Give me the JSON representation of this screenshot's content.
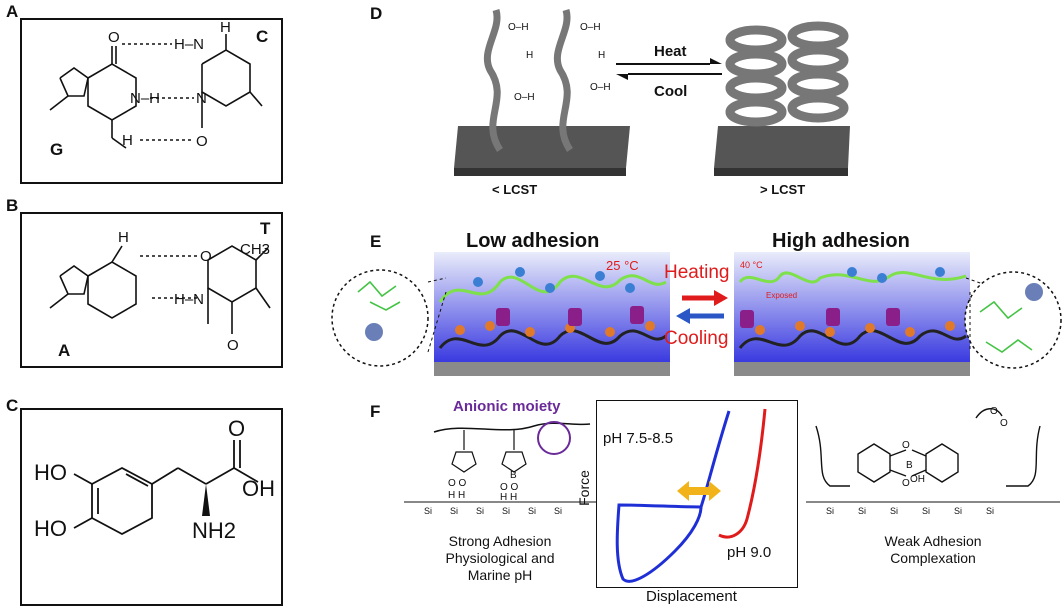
{
  "panel_a": {
    "letter": "A",
    "base_left": "G",
    "base_right": "C",
    "atoms": {
      "o": "O",
      "n": "N",
      "h": "H",
      "hn": "H–N",
      "nh": "N–H"
    }
  },
  "panel_b": {
    "letter": "B",
    "base_left": "A",
    "base_right": "T",
    "atoms": {
      "o": "O",
      "n": "N",
      "h": "H",
      "ch3": "CH3",
      "hn": "H–N"
    }
  },
  "panel_c": {
    "letter": "C",
    "atoms": {
      "ho": "HO",
      "o": "O",
      "oh": "OH",
      "nh2": "NH2"
    }
  },
  "panel_d": {
    "letter": "D",
    "forward": "Heat",
    "backward": "Cool",
    "left_caption": "< LCST",
    "right_caption": "> LCST"
  },
  "panel_e": {
    "letter": "E",
    "left_title": "Low adhesion",
    "right_title": "High adhesion",
    "left_temp": "25 °C",
    "right_temp": "40 °C",
    "exposed": "Exposed",
    "heating": "Heating",
    "cooling": "Cooling",
    "colors": {
      "heating": "#e01b1b",
      "cooling": "#e01b1b",
      "arrow_heat": "#e01b1b",
      "arrow_cool": "#2a56c6",
      "polymer": "#7ee04a",
      "purple": "#8a1f8a",
      "orange": "#e07a2a"
    }
  },
  "panel_f": {
    "letter": "F",
    "anionic": "Anionic moiety",
    "ph_high": "pH 7.5-8.5",
    "ph_low": "pH 9.0",
    "strong_caption": [
      "Strong Adhesion",
      "Physiological and",
      "Marine pH"
    ],
    "weak_caption": [
      "Weak Adhesion",
      "Complexation"
    ],
    "axis_x": "Displacement",
    "axis_y": "Force",
    "si": "Si",
    "colors": {
      "anionic": "#6a2a9a",
      "blue_curve": "#1f2fd6",
      "red_curve": "#e01b1b",
      "double_arrow": "#f2b31a"
    }
  }
}
